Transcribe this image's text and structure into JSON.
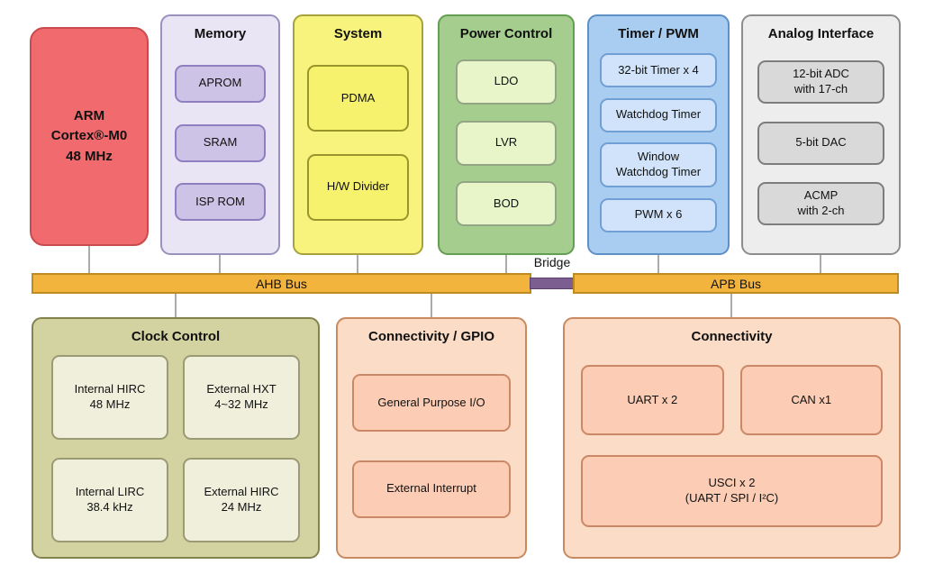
{
  "cpu": {
    "label": "ARM\nCortex®-M0\n48 MHz"
  },
  "memory": {
    "title": "Memory",
    "items": [
      "APROM",
      "SRAM",
      "ISP ROM"
    ]
  },
  "system": {
    "title": "System",
    "items": [
      "PDMA",
      "H/W Divider"
    ]
  },
  "power": {
    "title": "Power Control",
    "items": [
      "LDO",
      "LVR",
      "BOD"
    ]
  },
  "timer": {
    "title": "Timer / PWM",
    "items": [
      "32-bit Timer x 4",
      "Watchdog Timer",
      "Window\nWatchdog Timer",
      "PWM x 6"
    ]
  },
  "analog": {
    "title": "Analog Interface",
    "items": [
      "12-bit ADC\nwith 17-ch",
      "5-bit DAC",
      "ACMP\nwith 2-ch"
    ]
  },
  "bus": {
    "ahb": "AHB Bus",
    "bridge": "Bridge",
    "apb": "APB Bus"
  },
  "clock": {
    "title": "Clock Control",
    "items": [
      "Internal HIRC\n48 MHz",
      "External HXT\n4~32 MHz",
      "Internal LIRC\n38.4 kHz",
      "External HIRC\n24 MHz"
    ]
  },
  "gpio": {
    "title": "Connectivity / GPIO",
    "items": [
      "General Purpose I/O",
      "External Interrupt"
    ]
  },
  "connectivity": {
    "title": "Connectivity",
    "items": [
      "UART x 2",
      "CAN x1",
      "USCI x 2\n(UART / SPI / I²C)"
    ]
  },
  "colors": {
    "cpu_fill": "#f16a6d",
    "memory_sub_fill": "#cdc3e6",
    "system_fill": "#f8f37d",
    "power_group_fill": "#a4cd8e",
    "power_sub_fill": "#e7f5c9",
    "timer_group_fill": "#a9cdf1",
    "timer_sub_fill": "#d0e3fa",
    "analog_sub_fill": "#d9d9d9",
    "bus_fill": "#f3b43e",
    "bridge_fill": "#7d5e90",
    "clock_group_fill": "#d3d3a2",
    "clock_sub_fill": "#efefdc",
    "connectivity_group_fill": "#fbdcc6",
    "connectivity_sub_fill": "#fccdb4"
  }
}
